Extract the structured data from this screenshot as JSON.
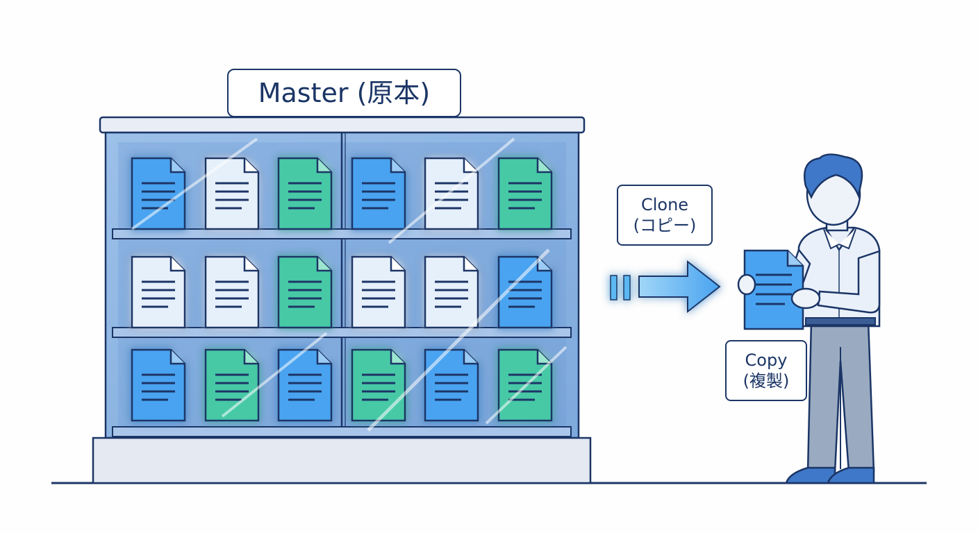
{
  "labels": {
    "master": "Master (原本)",
    "clone_line1": "Clone",
    "clone_line2": "(コピー)",
    "copy_line1": "Copy",
    "copy_line2": "(複製)"
  },
  "colors": {
    "outline": "#1b3566",
    "blue_doc": "#4aa3f0",
    "light_doc": "#e6f0fb",
    "teal_doc": "#46c9a6",
    "cabinet_fill": "#8fb4e0",
    "arrow": "#5bb8f2"
  },
  "cabinet": {
    "documents": [
      [
        "blue",
        "light",
        "teal",
        "blue",
        "light",
        "teal"
      ],
      [
        "light",
        "light",
        "teal",
        "light",
        "light",
        "blue"
      ],
      [
        "blue",
        "teal",
        "blue",
        "teal",
        "blue",
        "teal"
      ]
    ]
  }
}
